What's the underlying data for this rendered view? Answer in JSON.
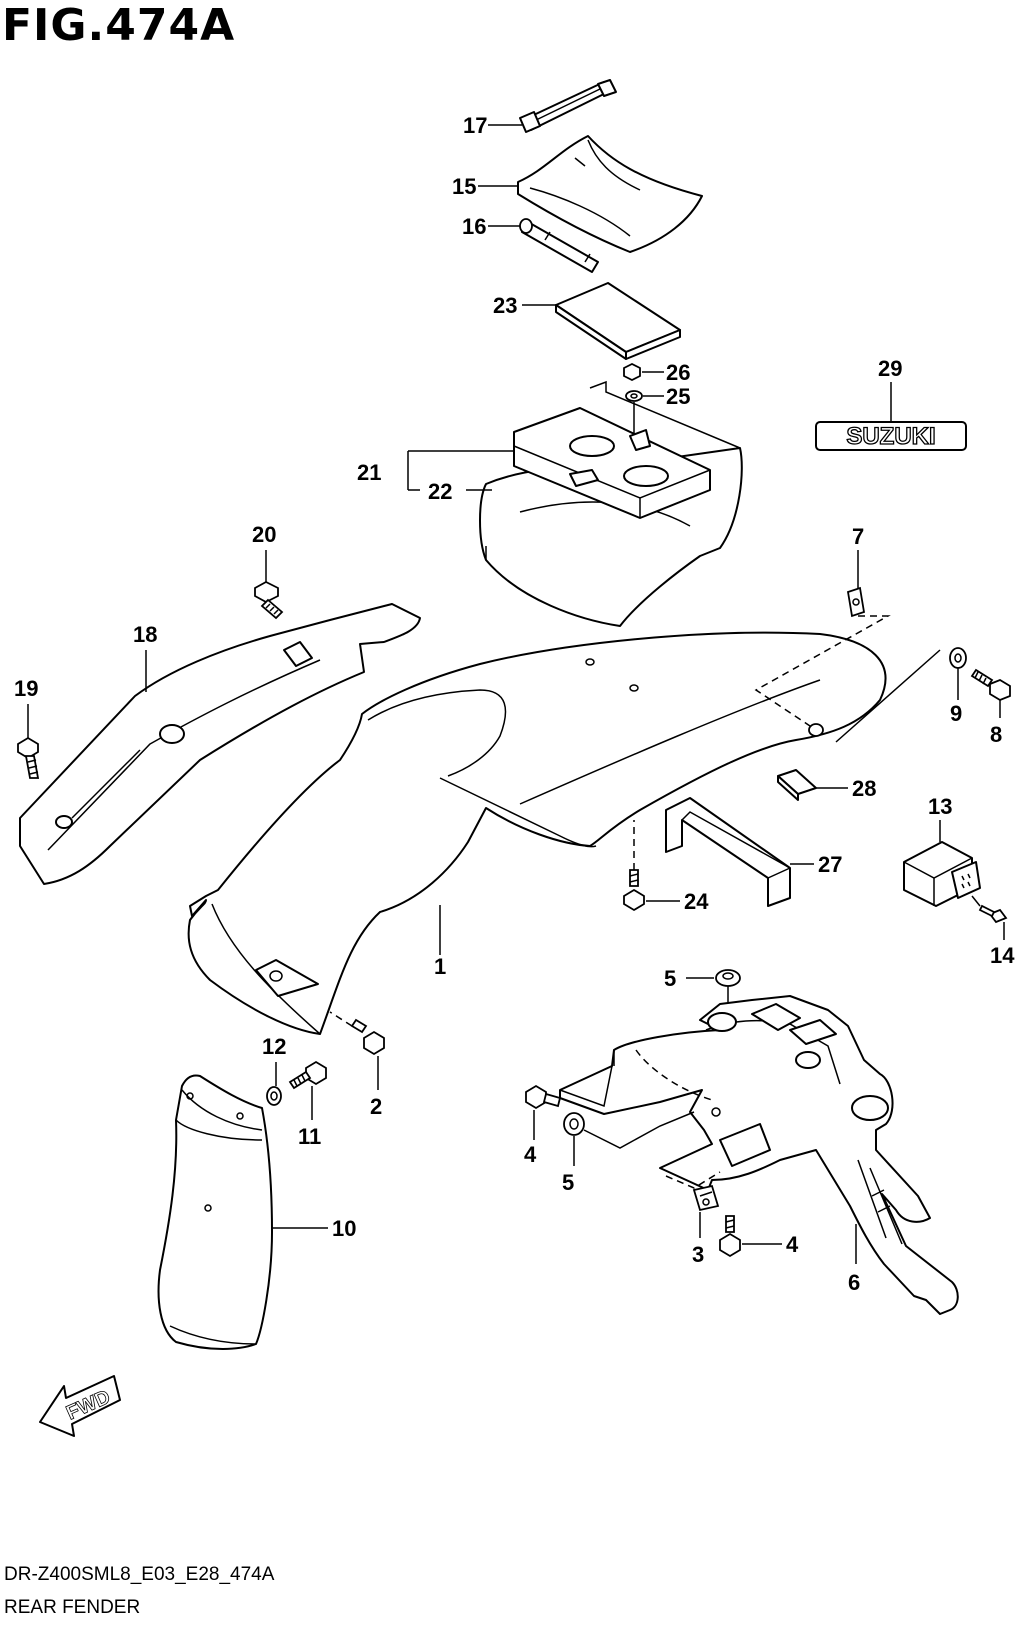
{
  "figure": {
    "title": "FIG.474A"
  },
  "footer": {
    "model_code": "DR-Z400SML8_E03_E28_474A",
    "caption": "REAR FENDER"
  },
  "emblem": {
    "text": "SUZUKI"
  },
  "fwd_arrow": {
    "text": "FWD"
  },
  "callouts": {
    "c1": "1",
    "c2": "2",
    "c3": "3",
    "c4a": "4",
    "c4b": "4",
    "c5a": "5",
    "c5b": "5",
    "c6": "6",
    "c7": "7",
    "c8": "8",
    "c9": "9",
    "c10": "10",
    "c11": "11",
    "c12": "12",
    "c13": "13",
    "c14": "14",
    "c15": "15",
    "c16": "16",
    "c17": "17",
    "c18": "18",
    "c19": "19",
    "c20": "20",
    "c21": "21",
    "c22": "22",
    "c23": "23",
    "c24": "24",
    "c25": "25",
    "c26": "26",
    "c27": "27",
    "c28": "28",
    "c29": "29"
  }
}
